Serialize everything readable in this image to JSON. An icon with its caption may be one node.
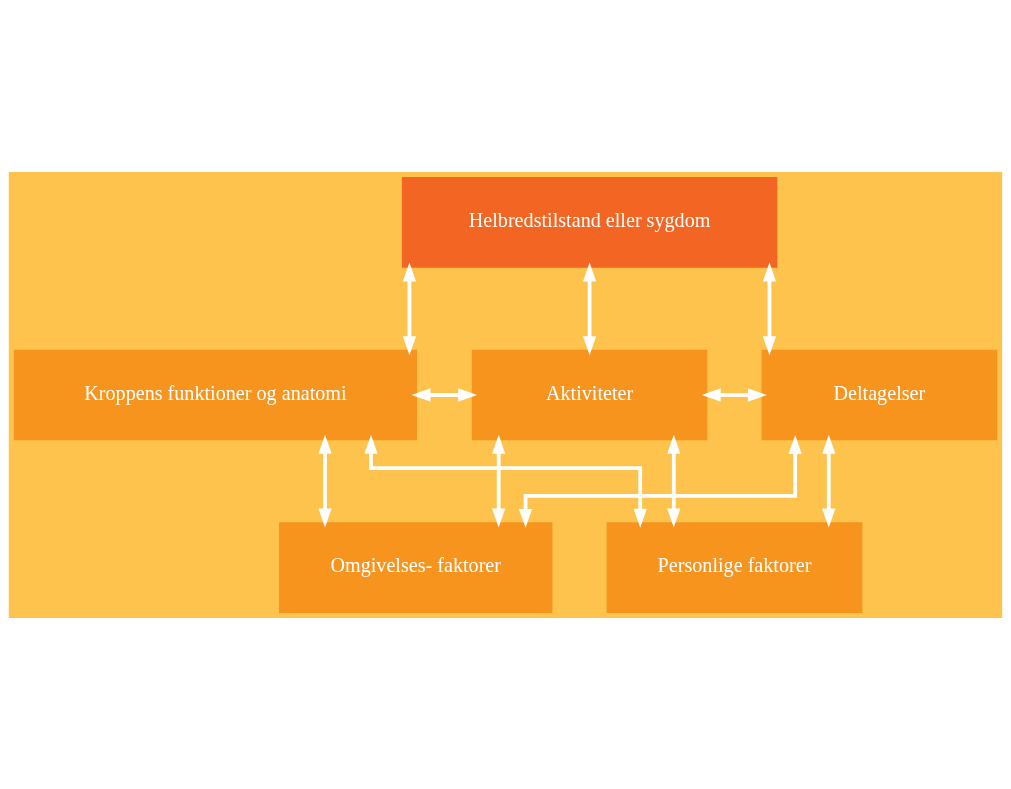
{
  "diagram": {
    "nodes": [
      {
        "text": [
          "Helbredstilstand eller sygdom"
        ]
      },
      {
        "text": [
          "Kroppens funktioner og anatomi"
        ]
      },
      {
        "text": [
          "Aktiviteter"
        ]
      },
      {
        "text": [
          "Deltagelser"
        ]
      },
      {
        "text": [
          "Omgivelses- faktorer"
        ]
      },
      {
        "text": [
          "Personlige faktorer"
        ]
      }
    ],
    "edges": [
      {
        "from": 0,
        "to": 1,
        "arrow": "both"
      },
      {
        "from": 0,
        "to": 2,
        "arrow": "both"
      },
      {
        "from": 0,
        "to": 3,
        "arrow": "both"
      },
      {
        "from": 1,
        "to": 2,
        "arrow": "both"
      },
      {
        "from": 2,
        "to": 3,
        "arrow": "both"
      },
      {
        "from": 4,
        "to": 1,
        "arrow": "both"
      },
      {
        "from": 4,
        "to": 2,
        "arrow": "both"
      },
      {
        "from": 4,
        "to": 3,
        "arrow": "both"
      },
      {
        "from": 5,
        "to": 1,
        "arrow": "both"
      },
      {
        "from": 5,
        "to": 2,
        "arrow": "both"
      },
      {
        "from": 5,
        "to": 3,
        "arrow": "both"
      }
    ]
  }
}
